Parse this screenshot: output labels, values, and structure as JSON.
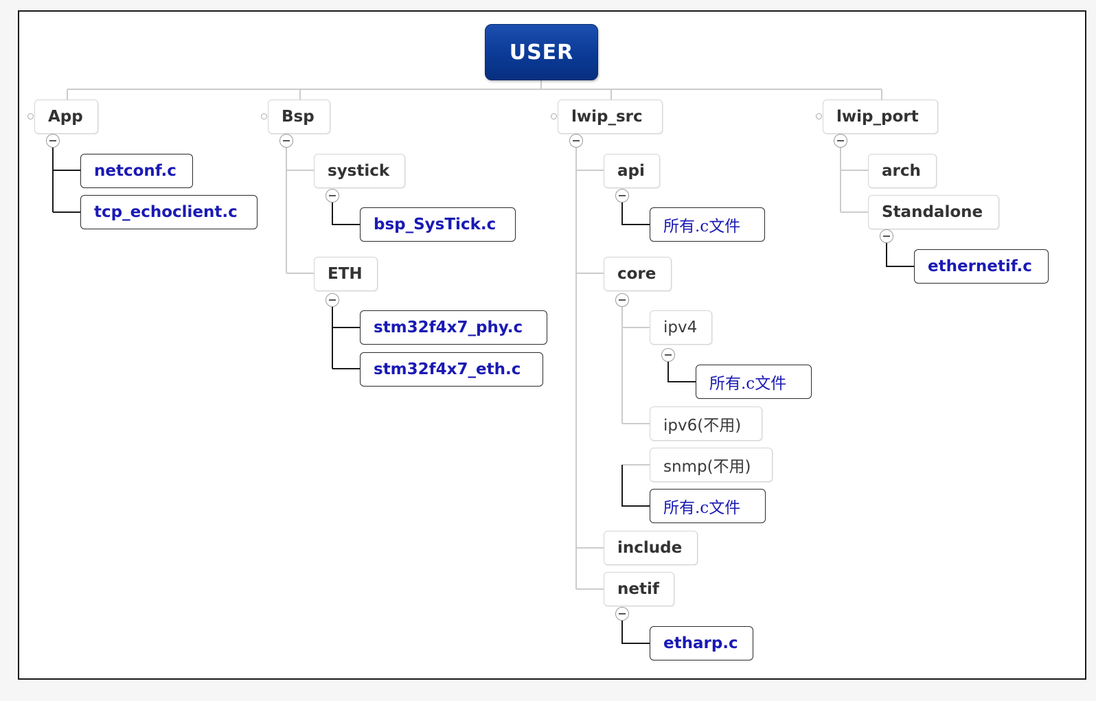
{
  "root": {
    "label": "USER"
  },
  "branches": {
    "app": {
      "label": "App",
      "files": [
        "netconf.c",
        "tcp_echoclient.c"
      ]
    },
    "bsp": {
      "label": "Bsp",
      "systick": {
        "label": "systick",
        "files": [
          "bsp_SysTick.c"
        ]
      },
      "eth": {
        "label": "ETH",
        "files": [
          "stm32f4x7_phy.c",
          "stm32f4x7_eth.c"
        ]
      }
    },
    "lwip_src": {
      "label": "lwip_src",
      "api": {
        "label": "api",
        "files": [
          "所有.c文件"
        ]
      },
      "core": {
        "label": "core",
        "ipv4": {
          "label": "ipv4",
          "files": [
            "所有.c文件"
          ]
        },
        "ipv6": {
          "label": "ipv6(不用)"
        },
        "snmp": {
          "label": "snmp(不用)"
        },
        "files": [
          "所有.c文件"
        ]
      },
      "include": {
        "label": "include"
      },
      "netif": {
        "label": "netif",
        "files": [
          "etharp.c"
        ]
      }
    },
    "lwip_port": {
      "label": "lwip_port",
      "arch": {
        "label": "arch"
      },
      "standalone": {
        "label": "Standalone",
        "files": [
          "ethernetif.c"
        ]
      }
    }
  },
  "colors": {
    "root_fill": "#0a3a96",
    "file_text": "#1a1ab4",
    "folder_text": "#333333",
    "connector": "#cccccc",
    "file_connector": "#1a1a1a"
  }
}
